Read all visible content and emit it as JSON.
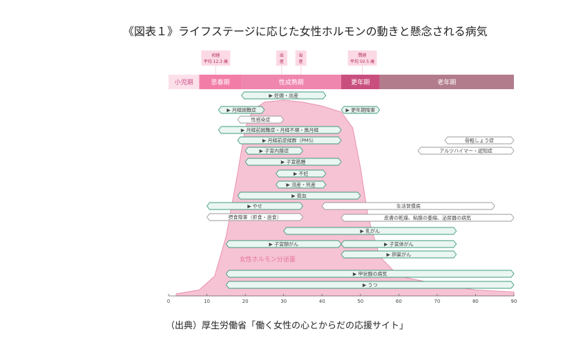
{
  "page": {
    "title": "《図表１》ライフステージに応じた女性ホルモンの動きと懸念される病気",
    "source": "（出典）厚生労働省「働く女性の心とからだの応援サイト」"
  },
  "colors": {
    "green": "#3f9a7c",
    "green_fill": "#eaf6f1",
    "grey_border": "#9a9a9a",
    "hormone_fill": "#f6c3d4",
    "hormone_line": "#e98fae",
    "stage_child": "#fbe0ea",
    "stage_puberty": "#f27ea8",
    "stage_mature": "#ef86ae",
    "stage_meno": "#c9507e",
    "stage_old": "#b27c8c",
    "callout_fill": "#fbd9e5",
    "callout_text": "#b32a5a"
  },
  "chart_data": {
    "type": "area",
    "x_axis": {
      "min": 0,
      "max": 90,
      "ticks": [
        0,
        10,
        20,
        30,
        40,
        50,
        60,
        70,
        80,
        90
      ]
    },
    "hormone_label": "女性ホルモン分泌量",
    "hormone_curve": {
      "x": [
        2,
        8,
        12,
        15,
        18,
        20,
        22,
        25,
        30,
        35,
        40,
        45,
        48,
        50,
        52,
        55,
        60,
        70,
        80,
        90
      ],
      "y": [
        0.01,
        0.03,
        0.1,
        0.3,
        0.62,
        0.85,
        0.94,
        0.98,
        0.99,
        0.98,
        0.96,
        0.93,
        0.85,
        0.65,
        0.4,
        0.2,
        0.1,
        0.06,
        0.03,
        0.02
      ]
    },
    "stages": [
      {
        "label": "小児期",
        "start": 0,
        "end": 8,
        "color": "#fbe0ea",
        "text_color": "#d0528a"
      },
      {
        "label": "思春期",
        "start": 8,
        "end": 19,
        "color": "#f27ea8",
        "text_color": "#ffffff"
      },
      {
        "label": "性成熟期",
        "start": 19,
        "end": 45,
        "color": "#ef86ae",
        "text_color": "#ffffff"
      },
      {
        "label": "更年期",
        "start": 45,
        "end": 55,
        "color": "#c9507e",
        "text_color": "#ffffff"
      },
      {
        "label": "老年期",
        "start": 55,
        "end": 90,
        "color": "#b27c8c",
        "text_color": "#ffffff"
      }
    ],
    "callouts": [
      {
        "label1": "初経",
        "label2": "平均 12.3 歳",
        "x": 12.3
      },
      {
        "label1": "出",
        "label2": "産",
        "x": 29.5
      },
      {
        "label1": "出",
        "label2": "産",
        "x": 34.5
      },
      {
        "label1": "閉経",
        "label2": "平均 50.5 歳",
        "x": 50.5
      }
    ],
    "bars": [
      {
        "label": "妊娠・出産",
        "start": 19,
        "end": 41,
        "style": "green",
        "arrow": true
      },
      {
        "label": "月経困難症",
        "start": 13,
        "end": 25,
        "style": "green",
        "arrow": true
      },
      {
        "label": "更年期障害",
        "start": 45,
        "end": 55,
        "style": "green",
        "arrow": true
      },
      {
        "label": "性感染症",
        "start": 18,
        "end": 30,
        "style": "grey",
        "arrow": false
      },
      {
        "label": "月経前困難症・月経不順・無月経",
        "start": 13,
        "end": 45,
        "style": "green",
        "arrow": true
      },
      {
        "label": "月経前症候群（PMS）",
        "start": 18,
        "end": 45,
        "style": "green",
        "arrow": true
      },
      {
        "label": "骨粗しょう症",
        "start": 72,
        "end": 90,
        "style": "grey",
        "arrow": false
      },
      {
        "label": "子宮内膜症",
        "start": 20,
        "end": 35,
        "style": "green",
        "arrow": true
      },
      {
        "label": "アルツハイマー・認知症",
        "start": 65,
        "end": 90,
        "style": "grey",
        "arrow": false
      },
      {
        "label": "子宮筋腫",
        "start": 20,
        "end": 45,
        "style": "green",
        "arrow": true
      },
      {
        "label": "不妊",
        "start": 28,
        "end": 41,
        "style": "green",
        "arrow": true
      },
      {
        "label": "流産・死産",
        "start": 28,
        "end": 41,
        "style": "green",
        "arrow": true
      },
      {
        "label": "貧血",
        "start": 18,
        "end": 50,
        "style": "green",
        "arrow": true
      },
      {
        "label": "やせ",
        "start": 10,
        "end": 35,
        "style": "green",
        "arrow": true
      },
      {
        "label": "生活習慣病",
        "start": 40,
        "end": 85,
        "style": "grey",
        "arrow": false
      },
      {
        "label": "摂食障害（拒食・過食）",
        "start": 10,
        "end": 35,
        "style": "grey",
        "arrow": false
      },
      {
        "label": "皮膚の乾燥、粘膜の萎縮、泌尿器の病気",
        "start": 45,
        "end": 90,
        "style": "grey",
        "arrow": false
      },
      {
        "label": "乳がん",
        "start": 30,
        "end": 75,
        "style": "green",
        "arrow": true
      },
      {
        "label": "子宮頸がん",
        "start": 15,
        "end": 45,
        "style": "green",
        "arrow": true
      },
      {
        "label": "子宮体がん",
        "start": 45,
        "end": 75,
        "style": "green",
        "arrow": true
      },
      {
        "label": "卵巣がん",
        "start": 45,
        "end": 75,
        "style": "green",
        "arrow": true
      },
      {
        "label": "甲状腺の病気",
        "start": 15,
        "end": 90,
        "style": "green",
        "arrow": true
      },
      {
        "label": "うつ",
        "start": 15,
        "end": 90,
        "style": "green",
        "arrow": true
      }
    ]
  }
}
